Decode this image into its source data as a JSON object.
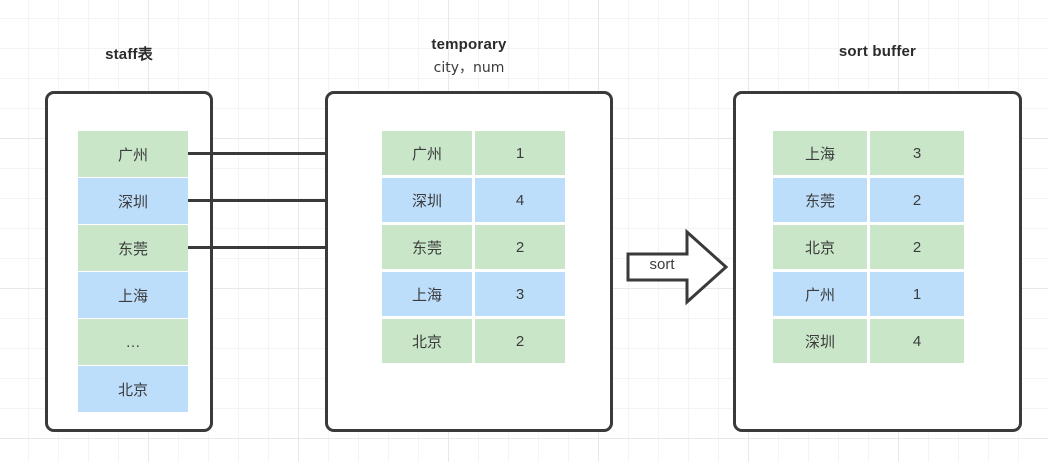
{
  "diagram": {
    "type": "flow-diagram",
    "background": "graph-paper-grid",
    "colors": {
      "green": "#c9e7c8",
      "blue": "#bcdefb",
      "outline": "#3a3a3a",
      "text": "#3c3c3c",
      "grid_major": "#e8e8e8",
      "grid_minor": "#f4f4f4"
    }
  },
  "panels": {
    "staff": {
      "title": "staff表",
      "subtitle": "",
      "rows": [
        {
          "city": "广州",
          "color": "green"
        },
        {
          "city": "深圳",
          "color": "blue"
        },
        {
          "city": "东莞",
          "color": "green"
        },
        {
          "city": "上海",
          "color": "blue"
        },
        {
          "city": "…",
          "color": "green"
        },
        {
          "city": "北京",
          "color": "blue"
        }
      ]
    },
    "temporary": {
      "title": "temporary",
      "subtitle": "city，num",
      "rows": [
        {
          "city": "广州",
          "num": "1",
          "color": "green"
        },
        {
          "city": "深圳",
          "num": "4",
          "color": "blue"
        },
        {
          "city": "东莞",
          "num": "2",
          "color": "green"
        },
        {
          "city": "上海",
          "num": "3",
          "color": "blue"
        },
        {
          "city": "北京",
          "num": "2",
          "color": "green"
        }
      ]
    },
    "sort_buffer": {
      "title": "sort buffer",
      "subtitle": "",
      "rows": [
        {
          "city": "上海",
          "num": "3",
          "color": "green"
        },
        {
          "city": "东莞",
          "num": "2",
          "color": "blue"
        },
        {
          "city": "北京",
          "num": "2",
          "color": "green"
        },
        {
          "city": "广州",
          "num": "1",
          "color": "blue"
        },
        {
          "city": "深圳",
          "num": "4",
          "color": "green"
        }
      ]
    }
  },
  "connectors": {
    "staff_to_temporary": {
      "count": 3,
      "label": ""
    },
    "sort_arrow": {
      "label": "sort"
    }
  }
}
